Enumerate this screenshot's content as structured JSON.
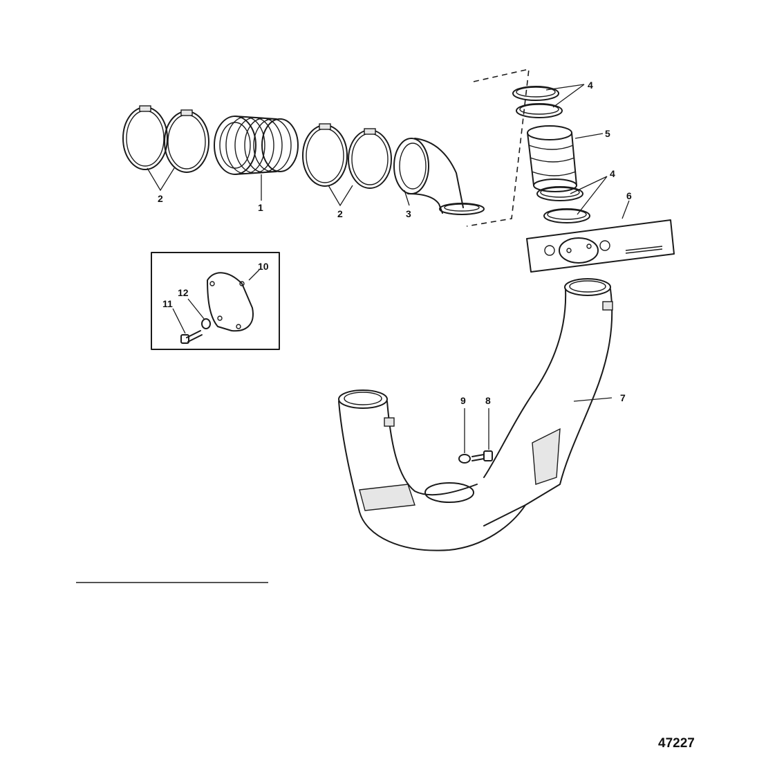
{
  "callouts": {
    "c1": "1",
    "c2a": "2",
    "c2b": "2",
    "c3": "3",
    "c4a": "4",
    "c4b": "4",
    "c5": "5",
    "c6": "6",
    "c7": "7",
    "c8": "8",
    "c9": "9",
    "c10": "10",
    "c11": "11",
    "c12": "12"
  },
  "figure_number": "47227"
}
